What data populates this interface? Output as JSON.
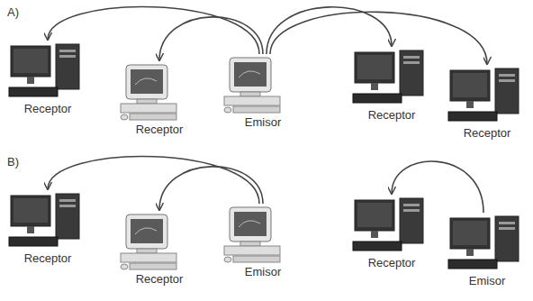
{
  "diagram": {
    "nodes": [
      {
        "text": [
          "Receptor"
        ]
      },
      {
        "text": [
          "Receptor"
        ]
      },
      {
        "text": [
          "Emisor"
        ]
      },
      {
        "text": [
          "Receptor"
        ]
      },
      {
        "text": [
          "Receptor"
        ]
      },
      {
        "text": [
          "Receptor"
        ]
      },
      {
        "text": [
          "Receptor"
        ]
      },
      {
        "text": [
          "Emisor"
        ]
      },
      {
        "text": [
          "Receptor"
        ]
      },
      {
        "text": [
          "Emisor"
        ]
      }
    ],
    "edges": [
      {
        "from": 2,
        "to": 0,
        "arrow": "to"
      },
      {
        "from": 2,
        "to": 1,
        "arrow": "to"
      },
      {
        "from": 2,
        "to": 3,
        "arrow": "to"
      },
      {
        "from": 2,
        "to": 4,
        "arrow": "to"
      },
      {
        "from": 7,
        "to": 5,
        "arrow": "to"
      },
      {
        "from": 7,
        "to": 6,
        "arrow": "to"
      },
      {
        "from": 9,
        "to": 8,
        "arrow": "to"
      }
    ],
    "labels": [
      "A)",
      "B)"
    ]
  }
}
